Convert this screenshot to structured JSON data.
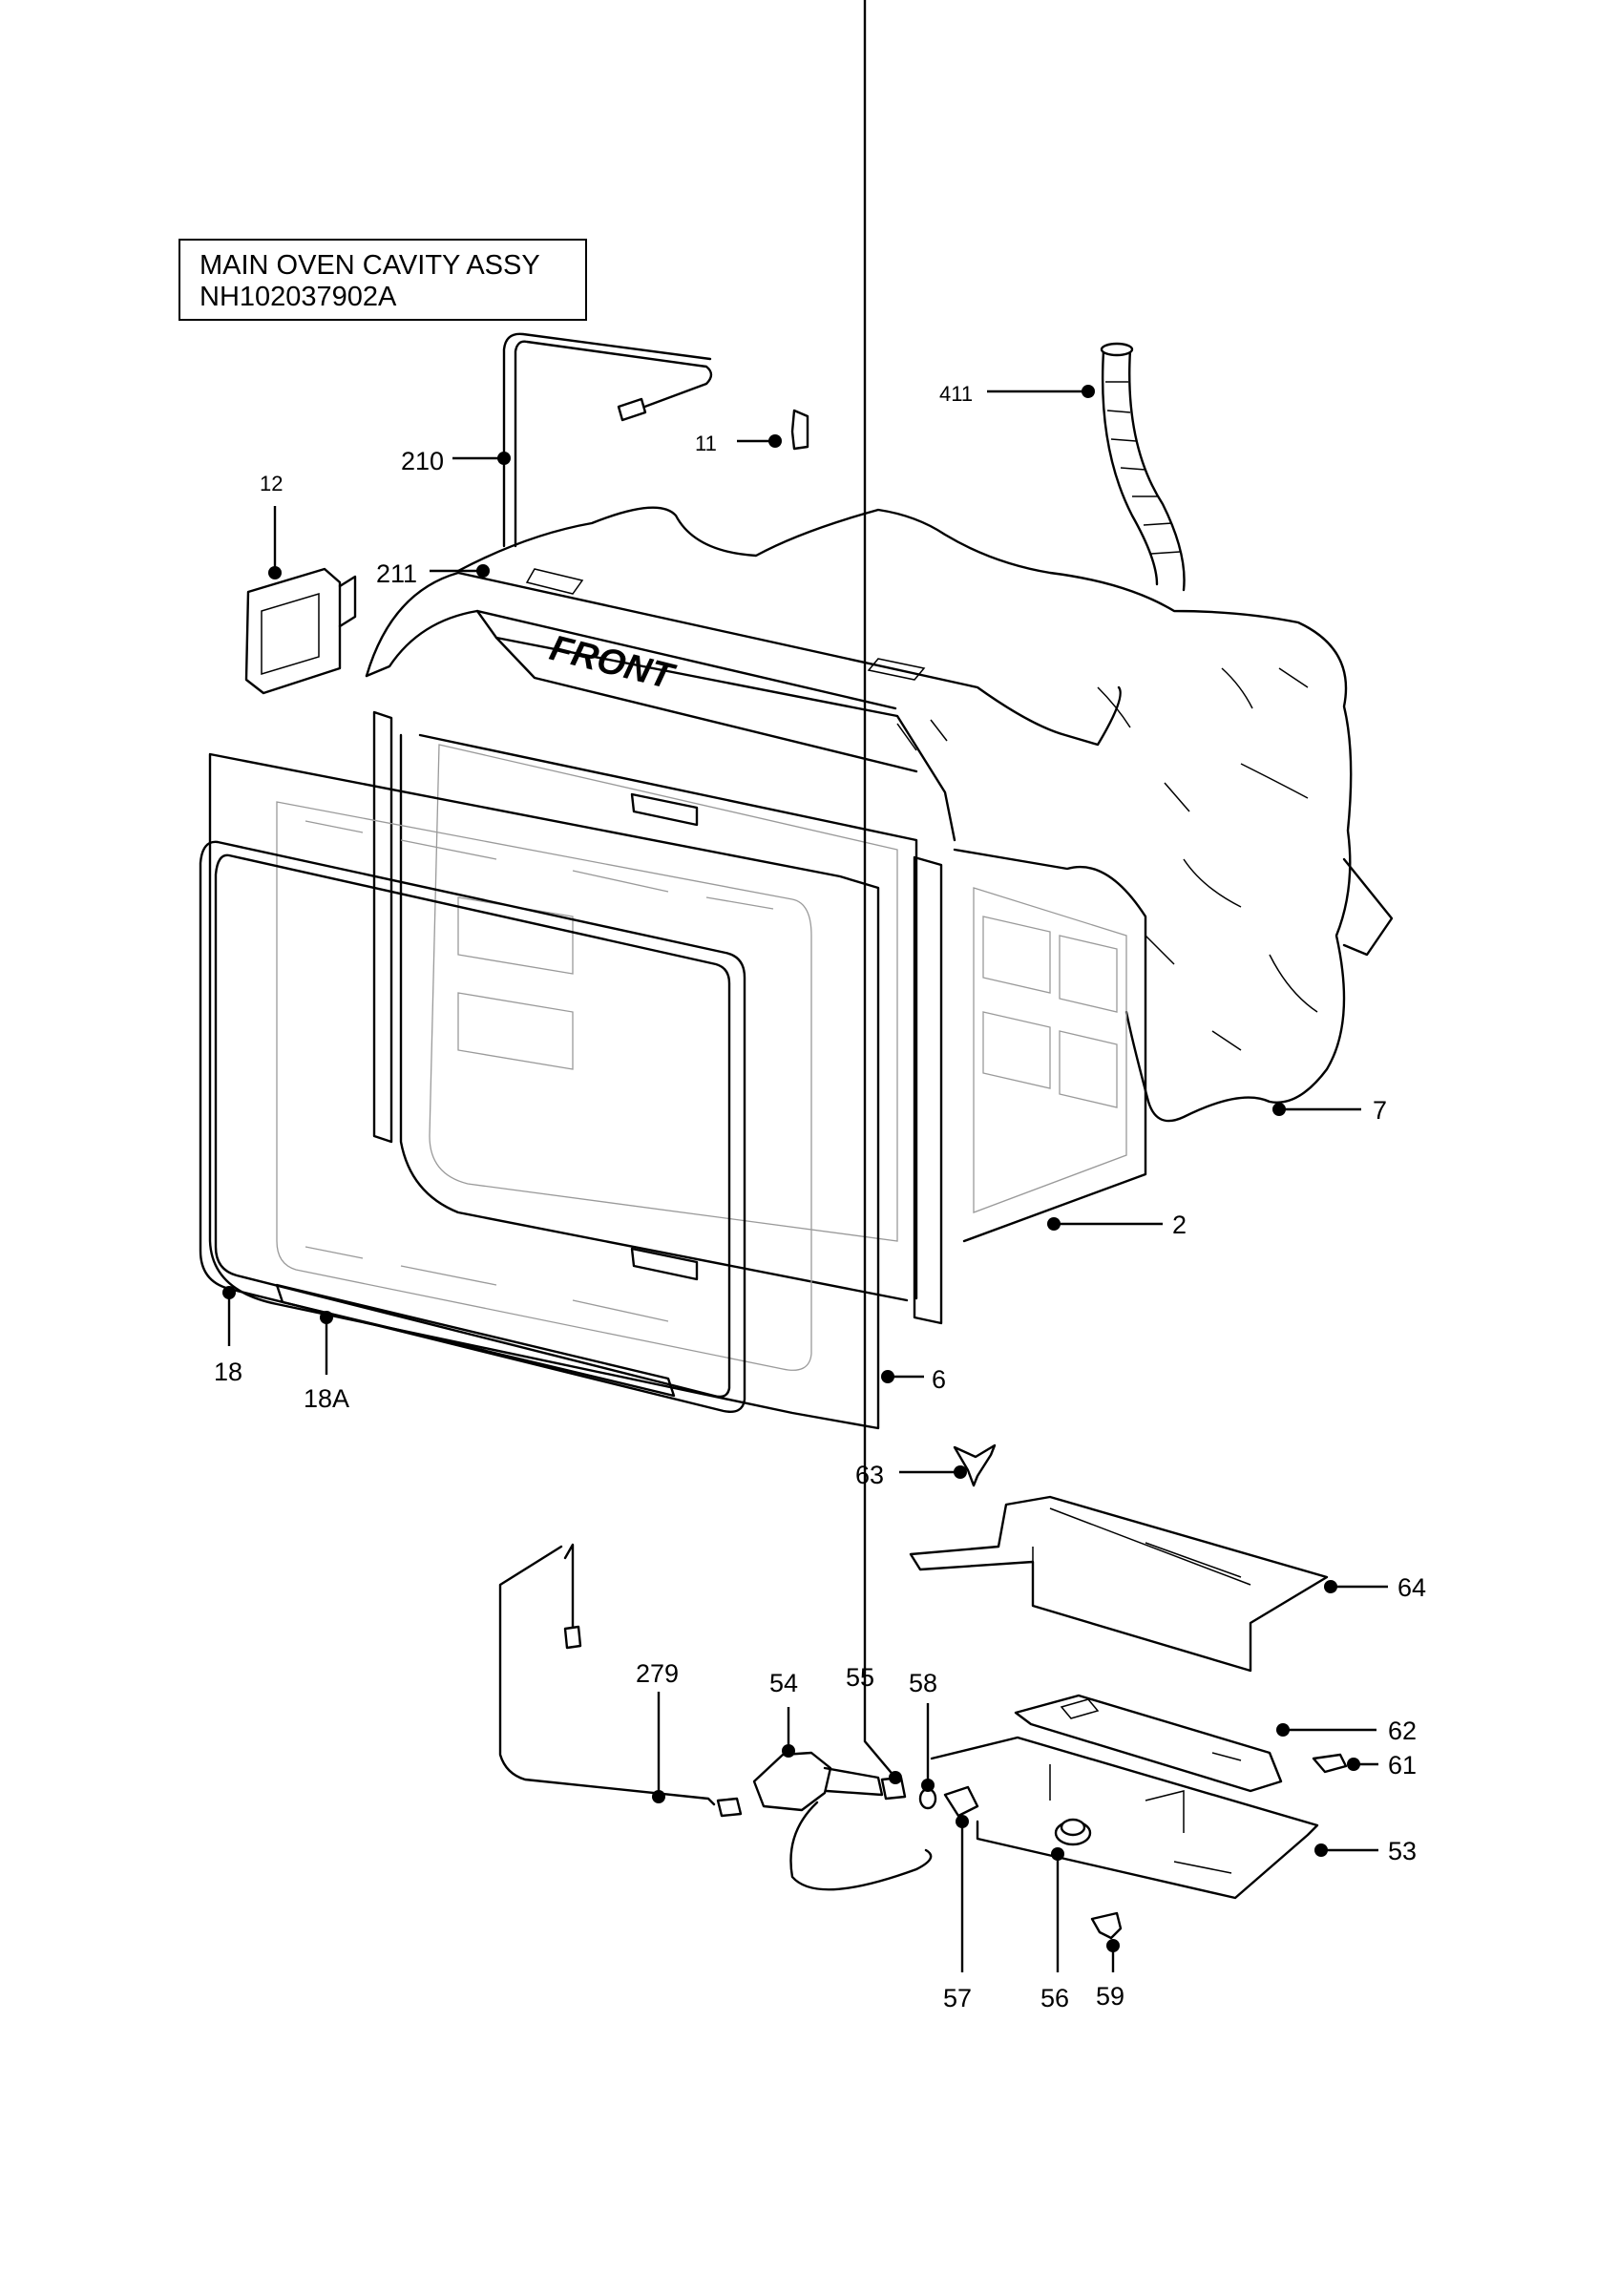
{
  "title": {
    "line1": "MAIN OVEN CAVITY ASSY",
    "line2": "NH102037902A"
  },
  "front_label": "FRONT",
  "callouts": [
    "210",
    "11",
    "411",
    "12",
    "211",
    "7",
    "2",
    "18",
    "18A",
    "6",
    "63",
    "64",
    "279",
    "54",
    "55",
    "58",
    "62",
    "61",
    "53",
    "57",
    "56",
    "59"
  ]
}
